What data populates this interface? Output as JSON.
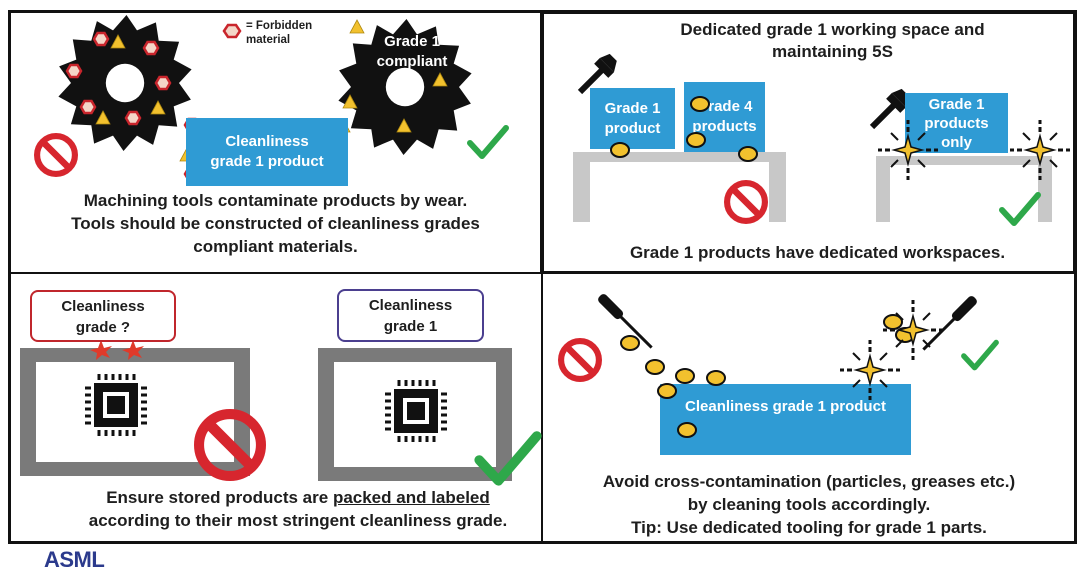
{
  "panel_machining": {
    "legend_label": "= Forbidden material",
    "gear_label": "Grade 1 compliant",
    "product_label": "Cleanliness grade 1 product",
    "caption_lines": [
      "Machining tools contaminate products by wear.",
      "Tools should be constructed of cleanliness grades",
      "compliant materials."
    ]
  },
  "panel_workspace": {
    "title_lines": [
      "Dedicated grade 1 working space and",
      "maintaining 5S"
    ],
    "box_grade1": "Grade 1 product",
    "box_grade4": "Grade 4 products",
    "box_grade1_only": "Grade 1 products only",
    "caption": "Grade 1 products have dedicated workspaces."
  },
  "panel_storage": {
    "bubble_unknown": "Cleanliness grade ?",
    "bubble_known": "Cleanliness grade 1",
    "caption_pre": "Ensure stored products are ",
    "caption_underlined": "packed and labeled",
    "caption_line2": "according to their most stringent cleanliness grade."
  },
  "panel_cross": {
    "product_label": "Cleanliness grade 1 product",
    "caption_lines": [
      "Avoid cross-contamination (particles, greases etc.)",
      "by cleaning tools accordingly.",
      "Tip: Use dedicated tooling for grade 1 parts."
    ]
  },
  "logo": "ASML",
  "colors": {
    "blue": "#2f9bd4",
    "forbidden": "#d7262e",
    "ok": "#2ea84a",
    "particle": "#f2c12e",
    "logo": "#2b3a8c"
  }
}
